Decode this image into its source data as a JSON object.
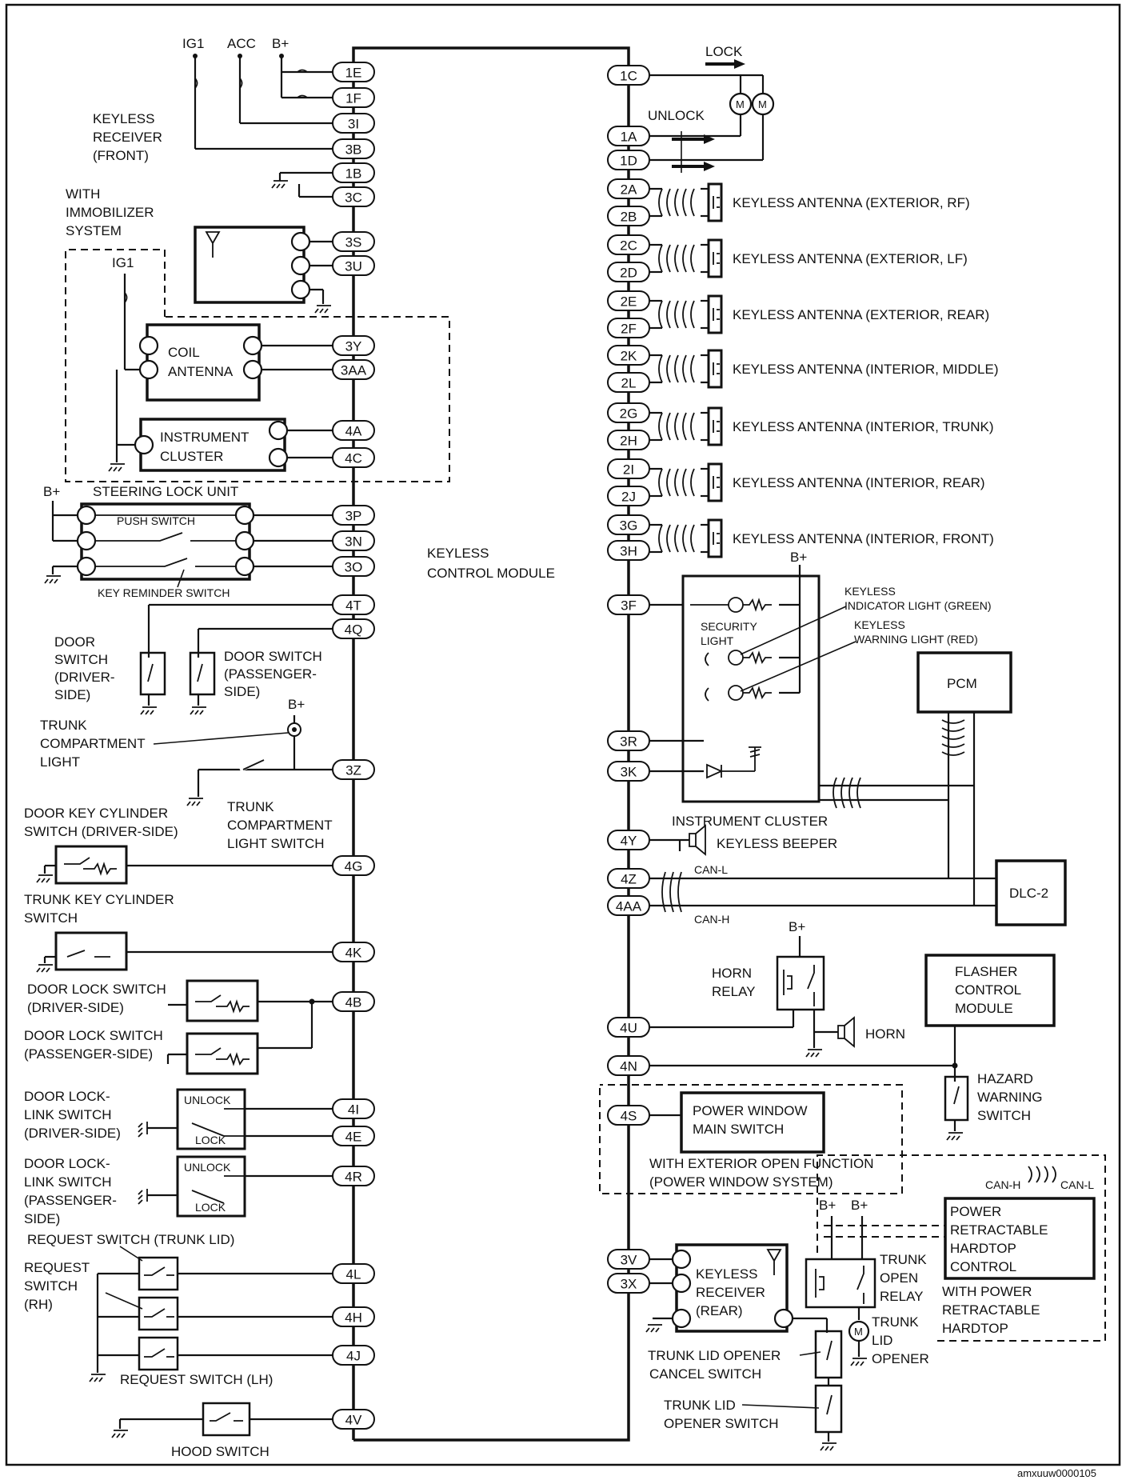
{
  "module": {
    "label_line1": "KEYLESS",
    "label_line2": "CONTROL MODULE"
  },
  "power": {
    "ig1": "IG1",
    "acc": "ACC",
    "bplus": "B+"
  },
  "lock_unlock": {
    "lock": "LOCK",
    "unlock": "UNLOCK"
  },
  "left_pins": [
    "1E",
    "1F",
    "3I",
    "3B",
    "1B",
    "3C",
    "3S",
    "3U",
    "3Y",
    "3AA",
    "4A",
    "4C",
    "3P",
    "3N",
    "3O",
    "4T",
    "4Q",
    "3Z",
    "4G",
    "4K",
    "4B",
    "4I",
    "4E",
    "4R",
    "4L",
    "4H",
    "4J",
    "4V"
  ],
  "right_pins": [
    "1C",
    "1A",
    "1D",
    "2A",
    "2B",
    "2C",
    "2D",
    "2E",
    "2F",
    "2K",
    "2L",
    "2G",
    "2H",
    "2I",
    "2J",
    "3G",
    "3H",
    "3F",
    "3R",
    "3K",
    "4Y",
    "4Z",
    "4AA",
    "4U",
    "4N",
    "4S",
    "3V",
    "3X"
  ],
  "antennas": [
    "KEYLESS ANTENNA (EXTERIOR, RF)",
    "KEYLESS ANTENNA (EXTERIOR, LF)",
    "KEYLESS ANTENNA (EXTERIOR, REAR)",
    "KEYLESS ANTENNA (INTERIOR, MIDDLE)",
    "KEYLESS ANTENNA (INTERIOR, TRUNK)",
    "KEYLESS ANTENNA (INTERIOR, REAR)",
    "KEYLESS ANTENNA (INTERIOR, FRONT)"
  ],
  "left_components": {
    "keyless_receiver_front": [
      "KEYLESS",
      "RECEIVER",
      "(FRONT)"
    ],
    "with_immobilizer": [
      "WITH",
      "IMMOBILIZER",
      "SYSTEM"
    ],
    "coil_antenna": [
      "COIL",
      "ANTENNA"
    ],
    "instrument_cluster": [
      "INSTRUMENT",
      "CLUSTER"
    ],
    "steering_lock_unit": "STEERING LOCK UNIT",
    "push_switch": "PUSH SWITCH",
    "key_reminder_switch": "KEY REMINDER SWITCH",
    "door_switch_driver": [
      "DOOR",
      "SWITCH",
      "(DRIVER-",
      "SIDE)"
    ],
    "door_switch_passenger": [
      "DOOR SWITCH",
      "(PASSENGER-",
      "SIDE)"
    ],
    "trunk_compartment_light": [
      "TRUNK",
      "COMPARTMENT",
      "LIGHT"
    ],
    "trunk_compartment_light_switch": [
      "TRUNK",
      "COMPARTMENT",
      "LIGHT SWITCH"
    ],
    "door_key_cylinder": [
      "DOOR KEY CYLINDER",
      "SWITCH (DRIVER-SIDE)"
    ],
    "trunk_key_cylinder": [
      "TRUNK KEY CYLINDER",
      "SWITCH"
    ],
    "door_lock_switch_driver": [
      "DOOR LOCK SWITCH",
      "(DRIVER-SIDE)"
    ],
    "door_lock_switch_passenger": [
      "DOOR LOCK SWITCH",
      "(PASSENGER-SIDE)"
    ],
    "door_lock_link_driver": [
      "DOOR LOCK-",
      "LINK SWITCH",
      "(DRIVER-SIDE)"
    ],
    "door_lock_link_passenger": [
      "DOOR LOCK-",
      "LINK SWITCH",
      "(PASSENGER-",
      "SIDE)"
    ],
    "unlock": "UNLOCK",
    "lock": "LOCK",
    "request_switch_trunk": "REQUEST SWITCH (TRUNK LID)",
    "request_switch_rh": [
      "REQUEST",
      "SWITCH",
      "(RH)"
    ],
    "request_switch_lh": "REQUEST SWITCH (LH)",
    "hood_switch": "HOOD SWITCH"
  },
  "right_components": {
    "security_light": [
      "SECURITY",
      "LIGHT"
    ],
    "keyless_indicator": [
      "KEYLESS",
      "INDICATOR LIGHT (GREEN)"
    ],
    "keyless_warning": [
      "KEYLESS",
      "WARNING LIGHT (RED)"
    ],
    "pcm": "PCM",
    "instrument_cluster": "INSTRUMENT CLUSTER",
    "keyless_beeper": "KEYLESS BEEPER",
    "can_l": "CAN-L",
    "can_h": "CAN-H",
    "dlc2": "DLC-2",
    "horn_relay": [
      "HORN",
      "RELAY"
    ],
    "horn": "HORN",
    "flasher": [
      "FLASHER",
      "CONTROL",
      "MODULE"
    ],
    "hazard": [
      "HAZARD",
      "WARNING",
      "SWITCH"
    ],
    "power_window": [
      "POWER WINDOW",
      "MAIN SWITCH"
    ],
    "with_exterior_open": [
      "WITH EXTERIOR OPEN FUNCTION",
      "(POWER WINDOW SYSTEM)"
    ],
    "hardtop_control": [
      "POWER",
      "RETRACTABLE",
      "HARDTOP",
      "CONTROL"
    ],
    "with_power_hardtop": [
      "WITH POWER",
      "RETRACTABLE",
      "HARDTOP"
    ],
    "can_h2": "CAN-H",
    "can_l2": "CAN-L",
    "keyless_receiver_rear": [
      "KEYLESS",
      "RECEIVER",
      "(REAR)"
    ],
    "trunk_open_relay": [
      "TRUNK",
      "OPEN",
      "RELAY"
    ],
    "trunk_lid_opener": [
      "TRUNK",
      "LID",
      "OPENER"
    ],
    "trunk_lid_opener_cancel": [
      "TRUNK LID OPENER",
      "CANCEL SWITCH"
    ],
    "trunk_lid_opener_switch": [
      "TRUNK LID",
      "OPENER SWITCH"
    ]
  },
  "footer_code": "amxuuw0000105"
}
